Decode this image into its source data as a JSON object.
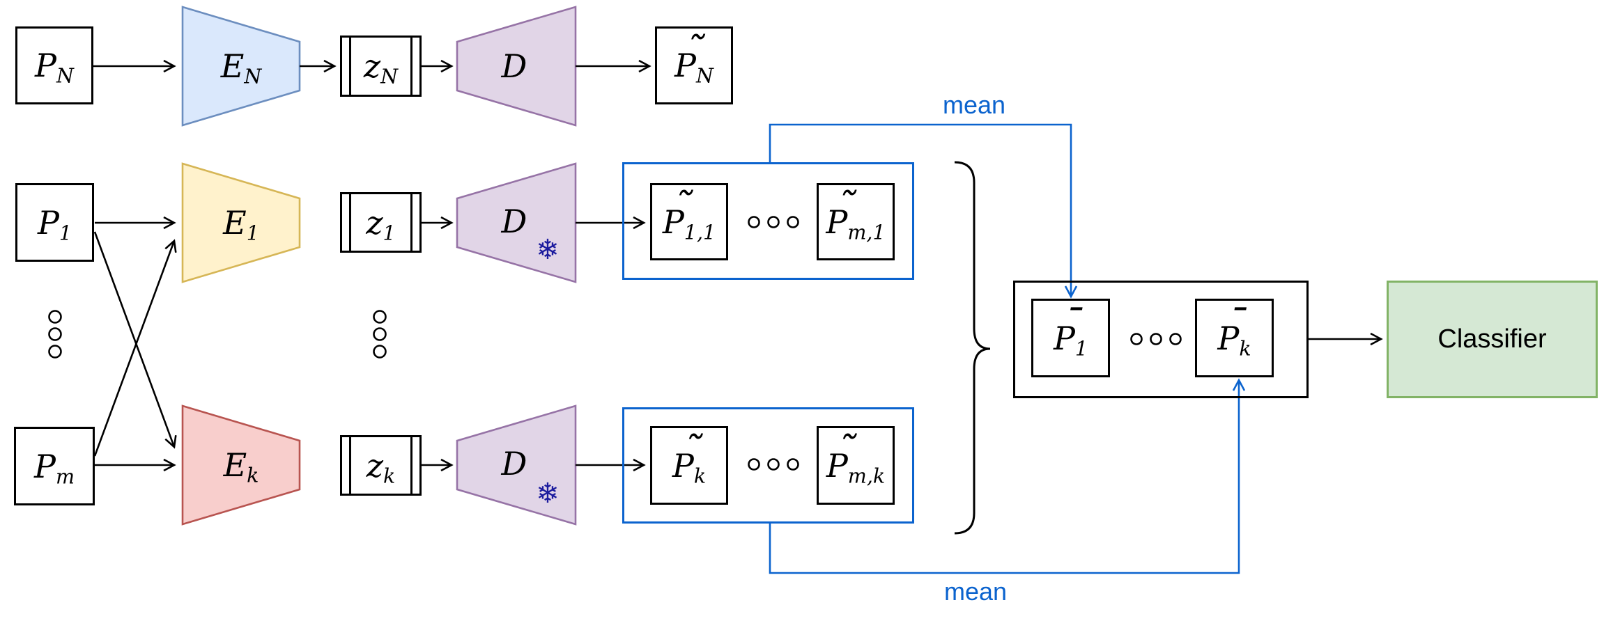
{
  "palette": {
    "line_black": "#000000",
    "line_blue": "#0b63ce",
    "snowflake_navy": "#1b1b9e",
    "encoder_top": {
      "fill": "#dae8fc",
      "stroke": "#6c8ebf"
    },
    "encoder_middle": {
      "fill": "#fff2cc",
      "stroke": "#d6b656"
    },
    "encoder_bottom": {
      "fill": "#f8cecc",
      "stroke": "#b85450"
    },
    "decoder": {
      "fill": "#e1d5e7",
      "stroke": "#9673a6"
    },
    "classifier": {
      "fill": "#d5e8d4",
      "stroke": "#82b366"
    }
  },
  "rows": {
    "top": {
      "input": {
        "base": "P",
        "sub": "N"
      },
      "encoder": {
        "base": "E",
        "sub": "N"
      },
      "latent": {
        "base": "z",
        "sub": "N"
      },
      "decoder": {
        "base": "D"
      },
      "output": {
        "base": "P",
        "accent": "˜",
        "sub": "N"
      }
    },
    "middle": {
      "input": {
        "base": "P",
        "sub": "1"
      },
      "encoder": {
        "base": "E",
        "sub": "1"
      },
      "latent": {
        "base": "z",
        "sub": "1"
      },
      "decoder": {
        "base": "D"
      },
      "outputs": {
        "first": {
          "base": "P",
          "accent": "˜",
          "sub": "1,1"
        },
        "last": {
          "base": "P",
          "accent": "˜",
          "sub": "m,1"
        }
      }
    },
    "bottom": {
      "input": {
        "base": "P",
        "sub": "m"
      },
      "encoder": {
        "base": "E",
        "sub": "k"
      },
      "latent": {
        "base": "z",
        "sub": "k"
      },
      "decoder": {
        "base": "D"
      },
      "outputs": {
        "first": {
          "base": "P",
          "accent": "˜",
          "sub": "k"
        },
        "last": {
          "base": "P",
          "accent": "˜",
          "sub": "m,k"
        }
      }
    }
  },
  "aggregate": {
    "first": {
      "base": "P",
      "accent": "¯",
      "sub": "1"
    },
    "last": {
      "base": "P",
      "accent": "¯",
      "sub": "k"
    }
  },
  "labels": {
    "mean_top": "mean",
    "mean_bottom": "mean",
    "classifier": "Classifier",
    "snowflake": "❄"
  }
}
